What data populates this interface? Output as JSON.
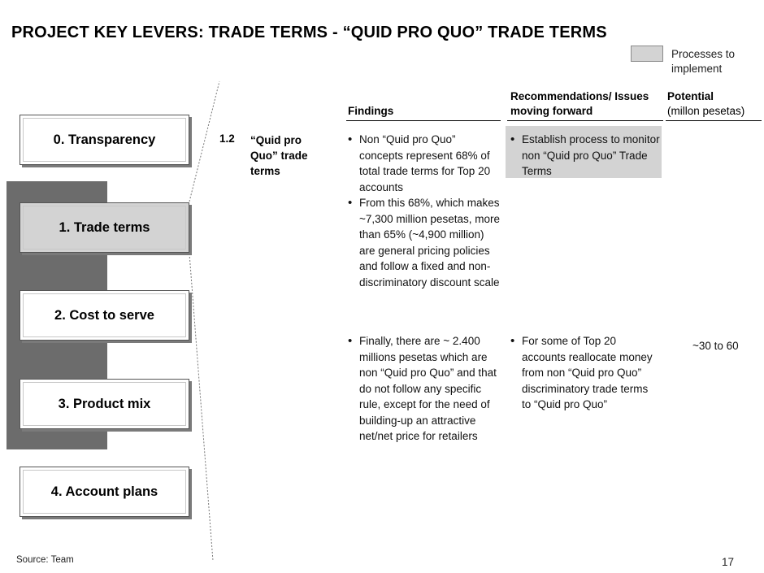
{
  "title": "PROJECT KEY LEVERS: TRADE TERMS - “QUID PRO QUO” TRADE TERMS",
  "legend": {
    "label": "Processes to implement",
    "color": "#d3d3d3"
  },
  "levers": [
    {
      "label": "0. Transparency"
    },
    {
      "label": "1. Trade terms"
    },
    {
      "label": "2. Cost to serve"
    },
    {
      "label": "3. Product mix"
    },
    {
      "label": "4. Account plans"
    }
  ],
  "columns": {
    "findings": "Findings",
    "recommendations": "Recommendations/ Issues moving forward",
    "potential_title": "Potential",
    "potential_unit": "(millon pesetas)"
  },
  "sub_lever": {
    "number": "1.2",
    "label": "“Quid pro Quo” trade terms"
  },
  "findings": [
    "Non “Quid pro Quo” concepts represent 68% of total trade terms for Top 20 accounts",
    "From this 68%, which makes ~7,300 million pesetas, more than 65% (~4,900 million) are general pricing policies and follow a fixed and non-discriminatory discount scale",
    "Finally, there are ~ 2.400 millions pesetas which are non “Quid pro Quo” and that do not follow any specific rule, except for the need of building-up an attractive net/net price for retailers"
  ],
  "recommendations": [
    "Establish process to monitor non “Quid pro Quo” Trade Terms",
    "For some of Top 20 accounts reallocate money from non “Quid pro Quo” discriminatory trade terms to “Quid pro Quo”"
  ],
  "potential_value": "~30 to 60",
  "source": "Source:  Team",
  "page_number": "17",
  "colors": {
    "highlight": "#d3d3d3",
    "band": "#6c6c6c"
  }
}
